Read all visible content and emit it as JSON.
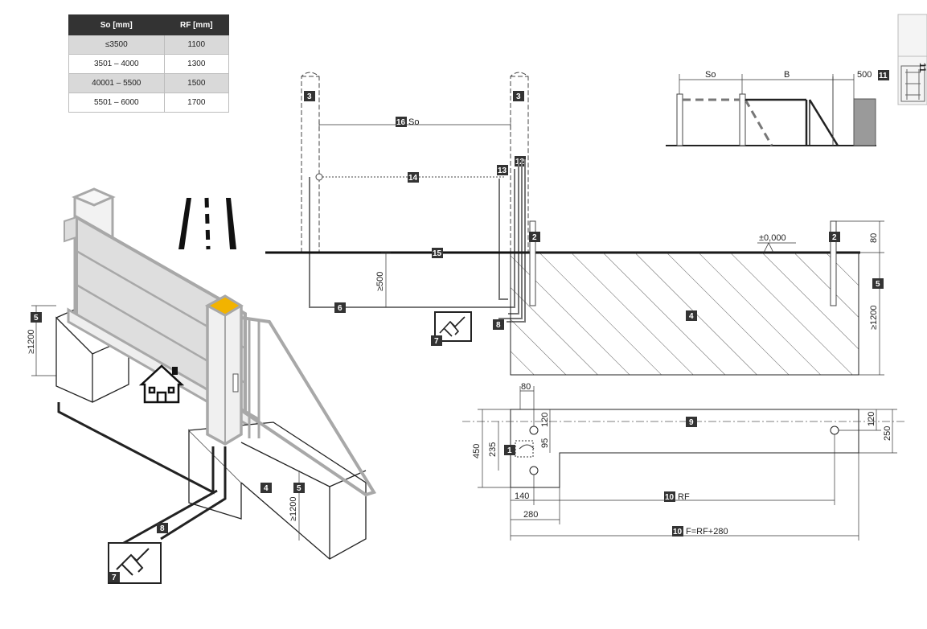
{
  "table": {
    "headers": [
      "So [mm]",
      "RF [mm]"
    ],
    "rows": [
      [
        "≤3500",
        "1100"
      ],
      [
        "3501 – 4000",
        "1300"
      ],
      [
        "40001 – 5500",
        "1500"
      ],
      [
        "5501 – 6000",
        "1700"
      ]
    ]
  },
  "markers": {
    "m1": "1",
    "m2": "2",
    "m3": "3",
    "m4": "4",
    "m5": "5",
    "m6": "6",
    "m7": "7",
    "m8": "8",
    "m9": "9",
    "m10": "10",
    "m11": "11",
    "m12": "12",
    "m13": "13",
    "m14": "14",
    "m15": "15",
    "m16": "16"
  },
  "labels": {
    "so": "So",
    "b": "B",
    "d500": "500",
    "d80": "80",
    "d1200": "≥1200",
    "d500min": "≥500",
    "level": "±0,000",
    "rf": "RF",
    "f_formula": "F=RF+280",
    "d80b": "80",
    "d120": "120",
    "d95": "95",
    "d235": "235",
    "d450": "450",
    "d140": "140",
    "d280": "280",
    "d120r": "120",
    "d250": "250",
    "d1200b": "≥1200",
    "d1200c": "≥1200",
    "page": "11"
  },
  "colors": {
    "dark": "#222222",
    "gate": "#a8a8a8",
    "panel": "#dedede",
    "accent": "#f2b300",
    "tag": "#333333"
  }
}
